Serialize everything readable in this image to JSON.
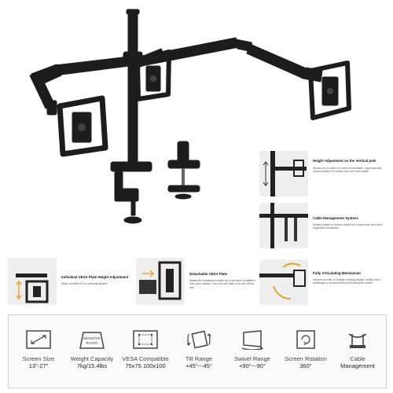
{
  "features": [
    {
      "title": "Height Adjustment on the Vertical pole",
      "text": "Allows you to work in a more comfortable, ergonomically correct position to reduce eye and neck strain."
    },
    {
      "title": "Cable Management System:",
      "text": "Routes cables to reduce clutter for a clean look and more organized workspace"
    },
    {
      "title": "Fully Articulating Mechanism",
      "text": "Swivels and tilts to change reading angles; rotates from landscape to portrait without removing the screen"
    },
    {
      "title": "Detachable VESA Plate",
      "text": "Makes the installation easier by a one-time installation onto your monitor, then you can slide it on and off the arm"
    },
    {
      "title": "Individual VESA Plate Height Adjustment",
      "text": "Helps monitors to be perfectly aligned"
    }
  ],
  "badge": {
    "line1": "MONITOR",
    "line2": "RATED"
  },
  "specs": [
    {
      "label": "Screen Size",
      "value": "13\"-27\"",
      "icon": "screen-size-icon"
    },
    {
      "label": "Weight Capacity",
      "value": "7kg/15.4lbs",
      "icon": "weight-icon"
    },
    {
      "label": "VESA Compatible",
      "value": "75x75 100x100",
      "icon": "vesa-icon"
    },
    {
      "label": "Tilt Range",
      "value": "+45°~-45°",
      "icon": "tilt-icon"
    },
    {
      "label": "Swivel Range",
      "value": "+90°~-90°",
      "icon": "swivel-icon"
    },
    {
      "label": "Screen Rotation",
      "value": "360°",
      "icon": "rotation-icon"
    },
    {
      "label": "Cable",
      "value": "Management",
      "icon": "cable-icon"
    }
  ]
}
